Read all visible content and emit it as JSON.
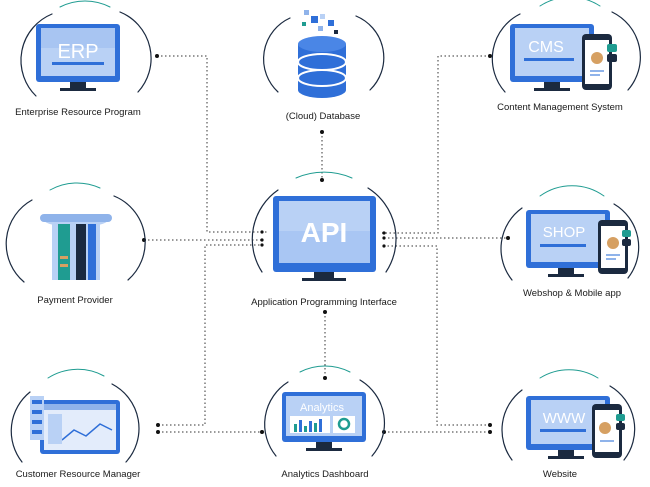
{
  "colors": {
    "primary": "#2f6fd8",
    "screen": "#b9d1f5",
    "screen_dark": "#8fb3ea",
    "teal": "#1f9c91",
    "orange": "#d6a062",
    "dark": "#1b2a40",
    "connector": "#333333"
  },
  "hub": {
    "screen_text": "API",
    "label": "Application Programming Interface"
  },
  "nodes": {
    "erp": {
      "screen_text": "ERP",
      "label": "Enterprise Resource Program"
    },
    "database": {
      "label": "(Cloud) Database"
    },
    "cms": {
      "screen_text": "CMS",
      "label": "Content Management System"
    },
    "payment": {
      "label": "Payment Provider"
    },
    "webshop": {
      "screen_text": "SHOP",
      "label": "Webshop & Mobile app"
    },
    "crm": {
      "label": "Customer Resource Manager"
    },
    "analytics": {
      "screen_text": "Analytics",
      "label": "Analytics Dashboard"
    },
    "website": {
      "screen_text": "WWW",
      "label": "Website"
    }
  }
}
